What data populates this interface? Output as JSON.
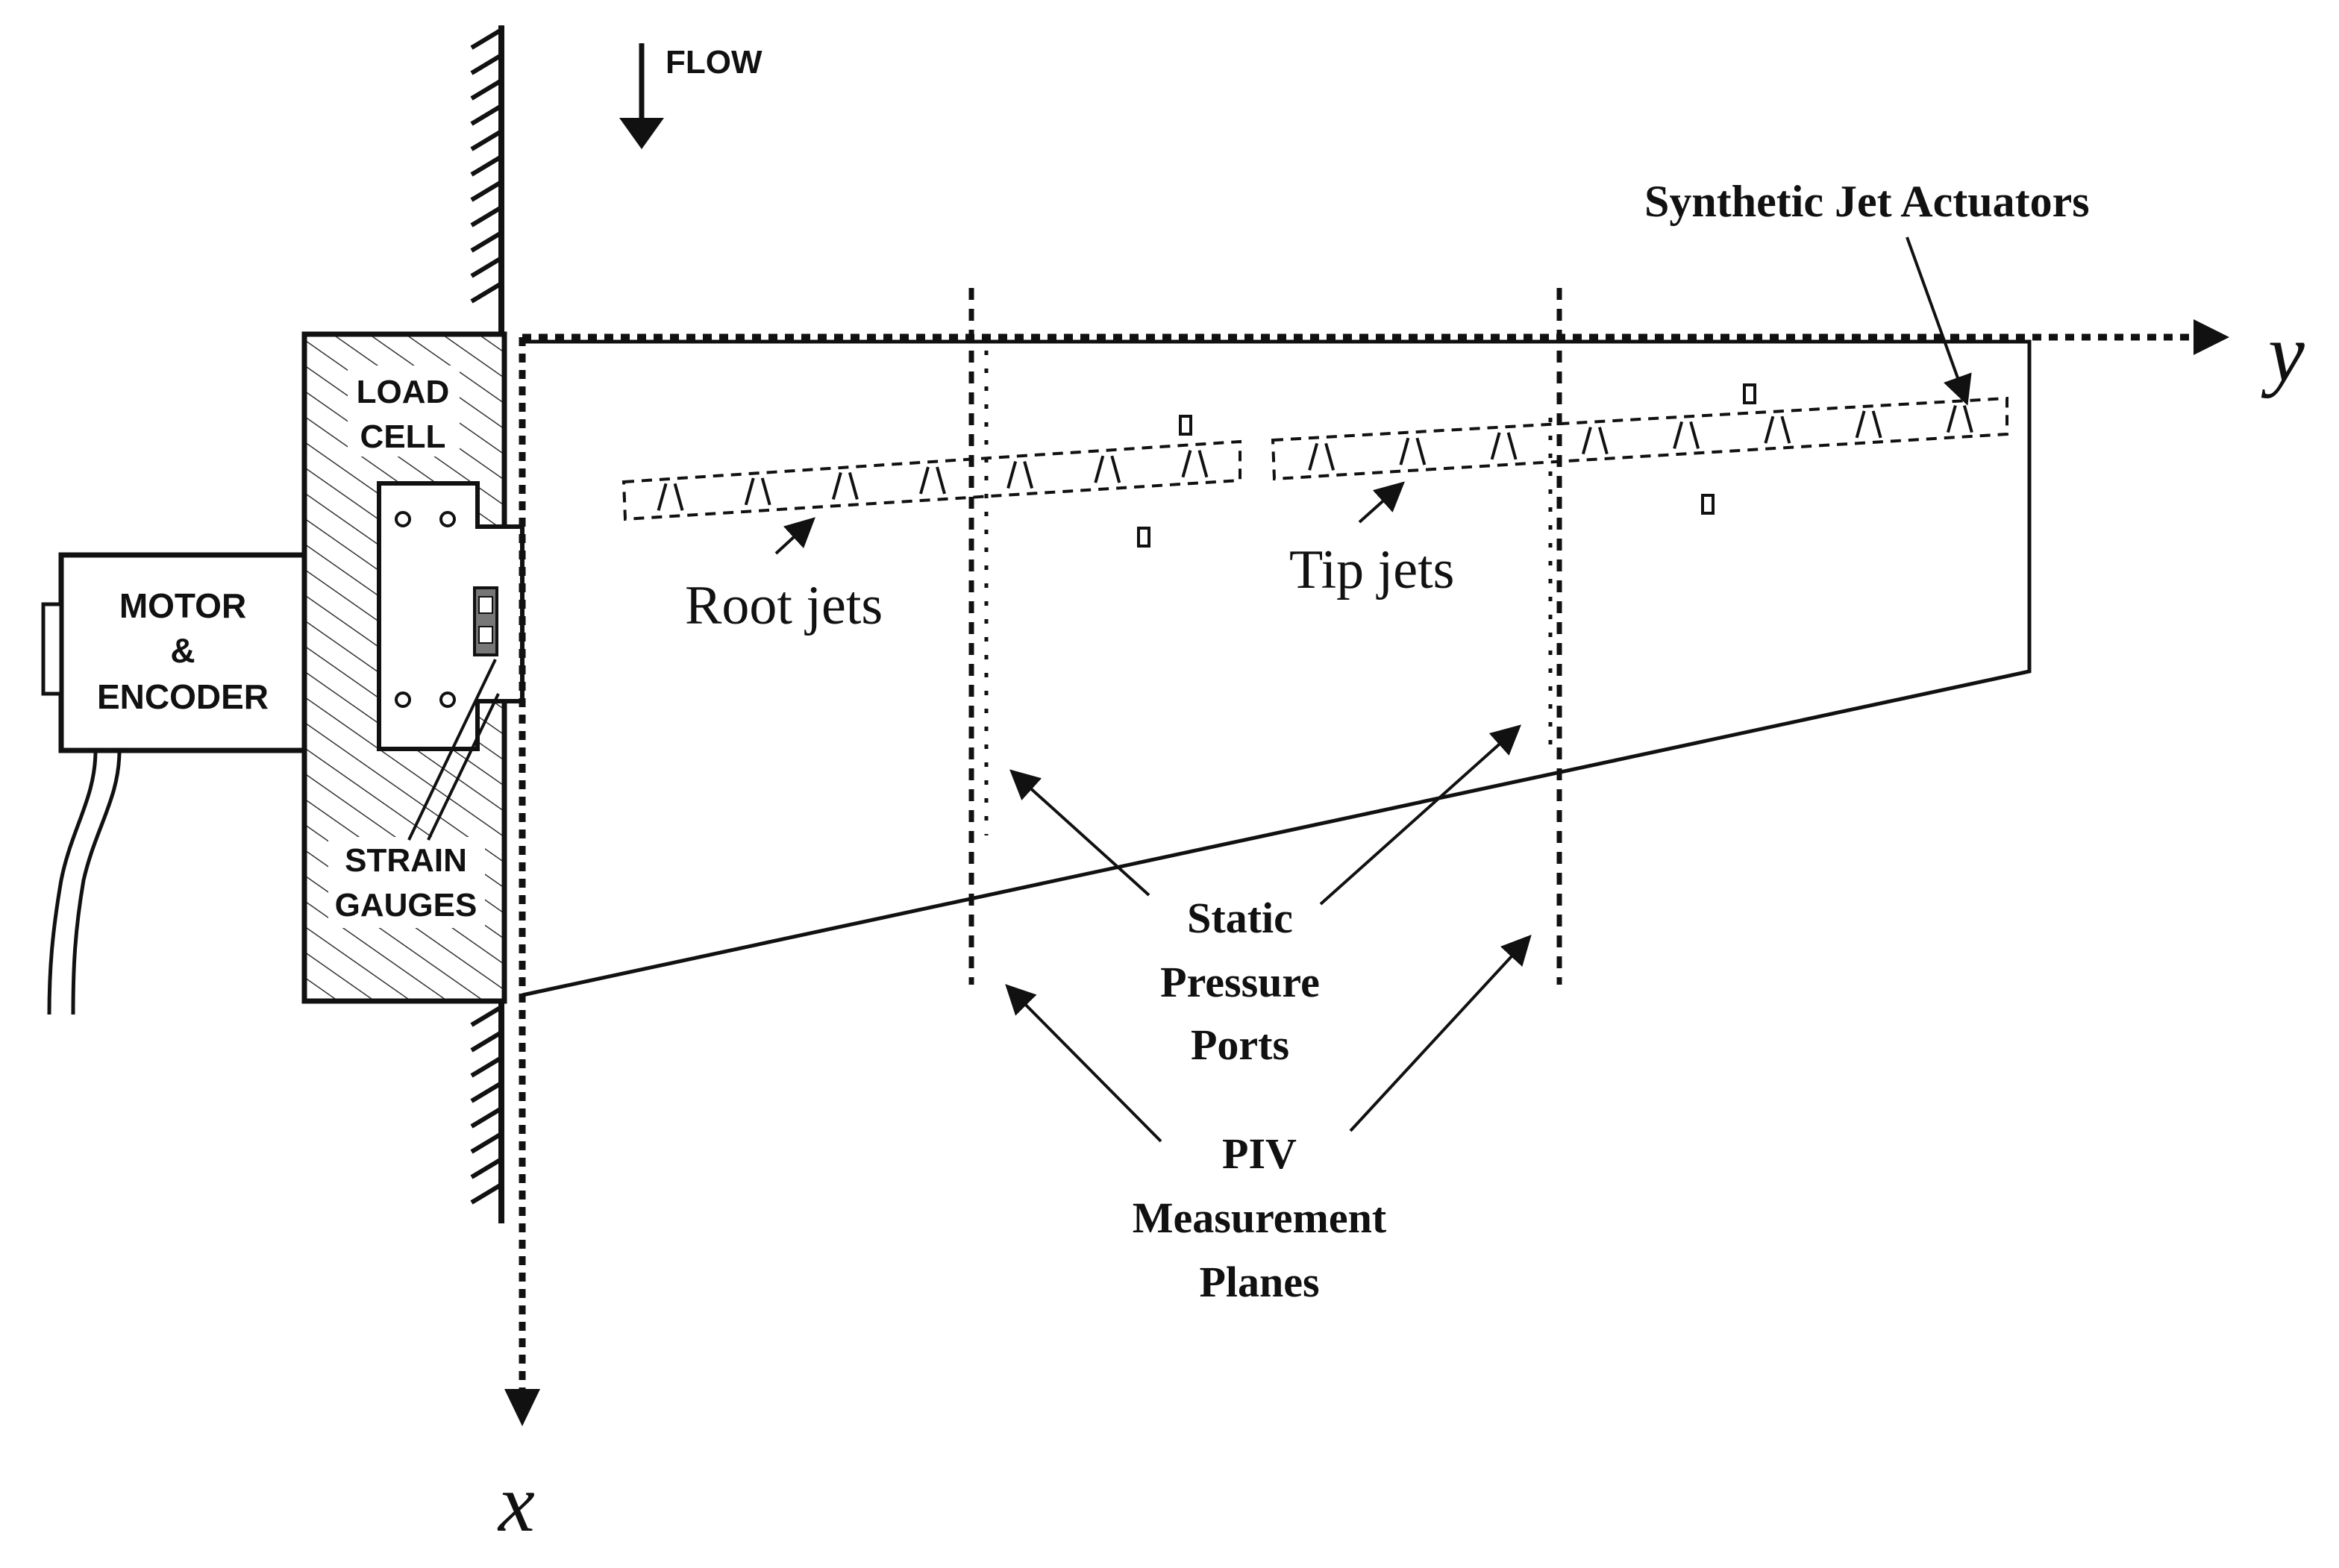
{
  "labels": {
    "flow": "FLOW",
    "load_cell_line1": "LOAD",
    "load_cell_line2": "CELL",
    "motor_line1": "MOTOR",
    "motor_line2": "&",
    "motor_line3": "ENCODER",
    "strain_line1": "STRAIN",
    "strain_line2": "GAUGES",
    "synthetic_jet_actuators": "Synthetic Jet Actuators",
    "root_jets": "Root jets",
    "tip_jets": "Tip jets",
    "static_line1": "Static",
    "static_line2": "Pressure",
    "static_line3": "Ports",
    "piv_line1": "PIV",
    "piv_line2": "Measurement",
    "piv_line3": "Planes",
    "axis_x": "x",
    "axis_y": "y"
  },
  "colors": {
    "ink": "#111111",
    "background": "#ffffff"
  }
}
